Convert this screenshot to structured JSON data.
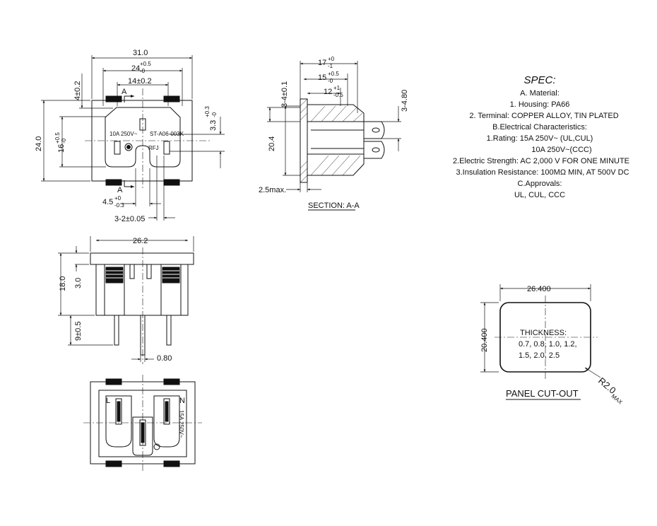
{
  "front_view": {
    "dim_overall_width": "31.0",
    "dim_24": "24",
    "dim_24_tol_upper": "+0.5",
    "dim_24_tol_lower": "-0",
    "dim_14": "14±0.2",
    "dim_4": "4±0.2",
    "dim_height": "24.0",
    "dim_16": "16",
    "dim_16_tol_upper": "+0.5",
    "dim_16_tol_lower": "-0",
    "dim_3_3": "3.3",
    "dim_3_3_tol_upper": "+0.3",
    "dim_3_3_tol_lower": "-0",
    "dim_4_5": "4.5",
    "dim_4_5_tol_upper": "+0",
    "dim_4_5_tol_lower": "-0.3",
    "dim_3_2": "3-2±0.05",
    "section_mark": "A",
    "label_rating": "10A 250V~",
    "label_model": "ST-A06-003K",
    "label_rfj": "RFJ"
  },
  "section_view": {
    "dim_17": "17",
    "dim_17_tol_upper": "+0",
    "dim_17_tol_lower": "-1",
    "dim_15": "15",
    "dim_15_tol_upper": "+0.5",
    "dim_15_tol_lower": "-0",
    "dim_12": "12",
    "dim_12_tol_upper": "+1",
    "dim_12_tol_lower": "-0.5",
    "dim_3_4": "3-4±0.1",
    "dim_20_4": "20.4",
    "dim_3_4_80": "3-4.80",
    "dim_2_5": "2.5max.",
    "caption": "SECTION: A-A"
  },
  "side_view": {
    "dim_26_2": "26.2",
    "dim_18": "18.0",
    "dim_3": "3.0",
    "dim_9": "9±0.5",
    "dim_0_8": "0.80"
  },
  "back_view": {
    "label_l": "L",
    "label_n": "N",
    "label_rating": "15A 250V~"
  },
  "spec": {
    "title": "SPEC:",
    "lines": [
      "A. Material:",
      "1.  Housing: PA66",
      "2.  Terminal: COPPER ALLOY, TIN PLATED",
      "B.Electrical Characteristics:",
      "1.Rating:  15A 250V~  (UL,CUL)",
      "10A 250V~(CCC)",
      "2.Electric Strength: AC 2,000 V FOR ONE MINUTE",
      "3.Insulation Resistance: 100MΩ MIN, AT 500V DC",
      "C.Approvals:",
      "UL, CUL, CCC"
    ]
  },
  "panel_cutout": {
    "dim_width": "26.400",
    "dim_height": "20.400",
    "thickness_label": "THICKNESS:",
    "thickness_line1": "0.7, 0.8, 1.0, 1.2,",
    "thickness_line2": "1.5, 2.0, 2.5",
    "radius": "R2.0",
    "radius_suffix": "MAX",
    "caption": "PANEL CUT-OUT"
  }
}
